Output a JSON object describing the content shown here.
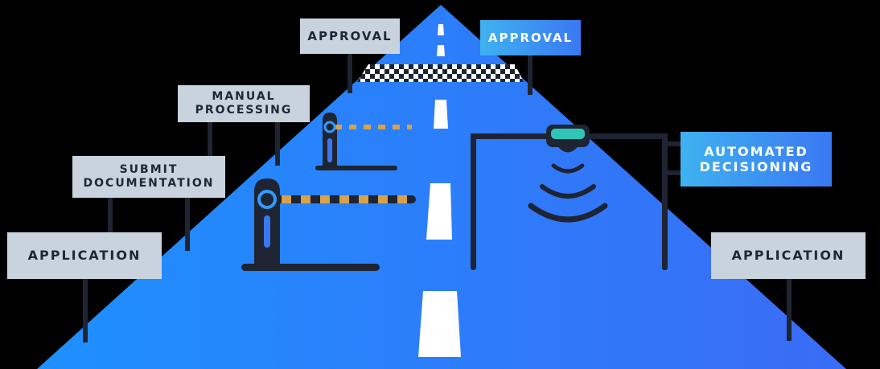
{
  "signs": {
    "approval_left": "APPROVAL",
    "approval_right": "APPROVAL",
    "manual_processing": [
      "MANUAL",
      "PROCESSING"
    ],
    "submit_documentation": [
      "SUBMIT",
      "DOCUMENTATION"
    ],
    "application_left": "APPLICATION",
    "automated_decisioning": [
      "AUTOMATED",
      "DECISIONING"
    ],
    "application_right": "APPLICATION"
  },
  "colors": {
    "road_left": "#1e90ff",
    "road_right": "#3a6cf5",
    "sign_gray": "#c9d3de",
    "sign_text_dark": "#1f2737",
    "sign_blue_start": "#3fb2f0",
    "sign_blue_end": "#3a78f2",
    "post": "#1f2433",
    "gate_stripe": "#d7a24a",
    "lane_marking": "#ffffff",
    "sensor_teal": "#2ec4b6"
  },
  "icons": [
    "road",
    "finish-line-flag",
    "barrier-gate",
    "sensor-camera",
    "signal-waves",
    "signpost"
  ]
}
